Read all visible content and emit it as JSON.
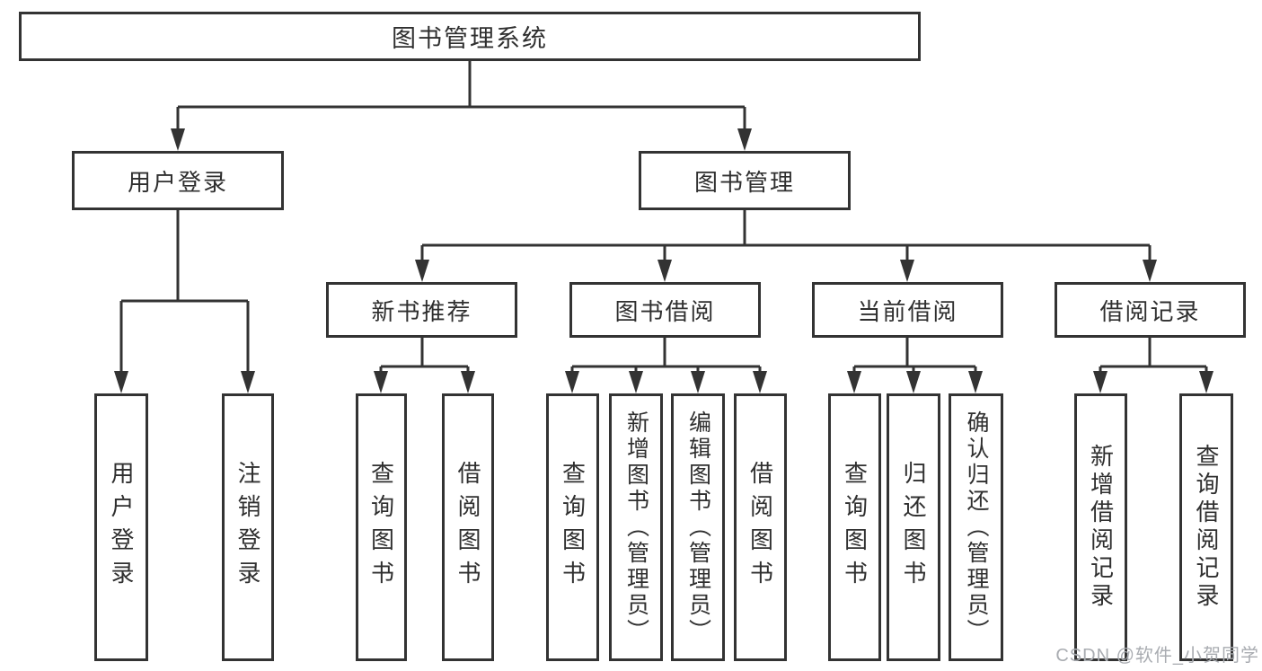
{
  "diagram": {
    "type": "hierarchy-tree",
    "colors": {
      "line": "#333333",
      "box_border": "#333333",
      "box_background": "#ffffff",
      "text": "#2f2f2f",
      "watermark_text": "#a9acb1",
      "background": "#ffffff"
    },
    "tree": {
      "label": "图书管理系统",
      "children": [
        {
          "label": "用户登录",
          "children": [
            {
              "label": "用户登录"
            },
            {
              "label": "注销登录"
            }
          ]
        },
        {
          "label": "图书管理",
          "children": [
            {
              "label": "新书推荐",
              "children": [
                {
                  "label": "查询图书"
                },
                {
                  "label": "借阅图书"
                }
              ]
            },
            {
              "label": "图书借阅",
              "children": [
                {
                  "label": "查询图书"
                },
                {
                  "label": "新增图书（管理员）"
                },
                {
                  "label": "编辑图书（管理员）"
                },
                {
                  "label": "借阅图书"
                }
              ]
            },
            {
              "label": "当前借阅",
              "children": [
                {
                  "label": "查询图书"
                },
                {
                  "label": "归还图书"
                },
                {
                  "label": "确认归还（管理员）"
                }
              ]
            },
            {
              "label": "借阅记录",
              "children": [
                {
                  "label": "新增借阅记录"
                },
                {
                  "label": "查询借阅记录"
                }
              ]
            }
          ]
        }
      ]
    },
    "watermark": {
      "text": "CSDN @软件_小贺同学"
    }
  }
}
